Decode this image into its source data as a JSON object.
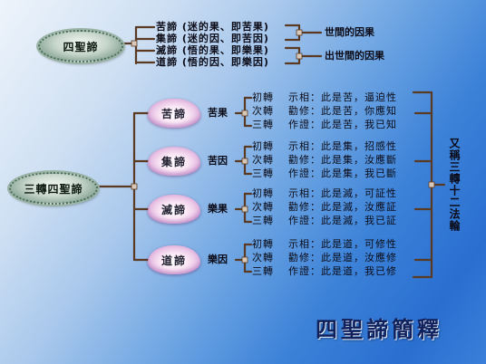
{
  "top": {
    "root": "四聖諦",
    "items": [
      "苦諦 (迷的果、即苦果)",
      "集諦 (迷的因、即苦因)",
      "滅諦 (悟的果、即樂果)",
      "道諦 (悟的因、即樂因)"
    ],
    "worldly": "世間的因果",
    "supramundane": "出世間的因果"
  },
  "wheel": {
    "root": "三轉四聖諦",
    "side_label": "又稱三轉十二法輪",
    "groups": [
      {
        "truth": "苦諦",
        "result": "苦果",
        "turns": [
          "初轉",
          "次轉",
          "三轉"
        ],
        "lines": [
          "示相：此是苦，逼迫性",
          "勸修：此是苦，你應知",
          "作證：此是苦，我已知"
        ]
      },
      {
        "truth": "集諦",
        "result": "苦因",
        "turns": [
          "初轉",
          "次轉",
          "三轉"
        ],
        "lines": [
          "示相：此是集，招感性",
          "勸修：此是集，汝應斷",
          "作證：此是集，我已斷"
        ]
      },
      {
        "truth": "滅諦",
        "result": "樂果",
        "turns": [
          "初轉",
          "次轉",
          "三轉"
        ],
        "lines": [
          "示相：此是滅，可証性",
          "勸修：此是滅，汝應証",
          "作證：此是滅，我已証"
        ]
      },
      {
        "truth": "道諦",
        "result": "樂因",
        "turns": [
          "初轉",
          "次轉",
          "三轉"
        ],
        "lines": [
          "示相：此是道，可修性",
          "勸修：此是道，汝應修",
          "作證：此是道，我已修"
        ]
      }
    ]
  },
  "title": "四聖諦簡釋"
}
